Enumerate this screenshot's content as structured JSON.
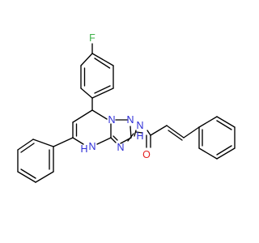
{
  "molecule": {
    "atom_labels": {
      "fluorine": "F",
      "ring_n1": "N",
      "ring_n2": "N",
      "ring_n3": "N",
      "amide_nh": "N",
      "amide_h": "H",
      "ring_nh": "N",
      "ring_h": "H",
      "carbonyl_o": "O"
    },
    "colors": {
      "bond": "#000000",
      "nitrogen": "#2b2bd6",
      "oxygen": "#e52222",
      "fluorine": "#3fb24a",
      "background": "#ffffff"
    }
  }
}
